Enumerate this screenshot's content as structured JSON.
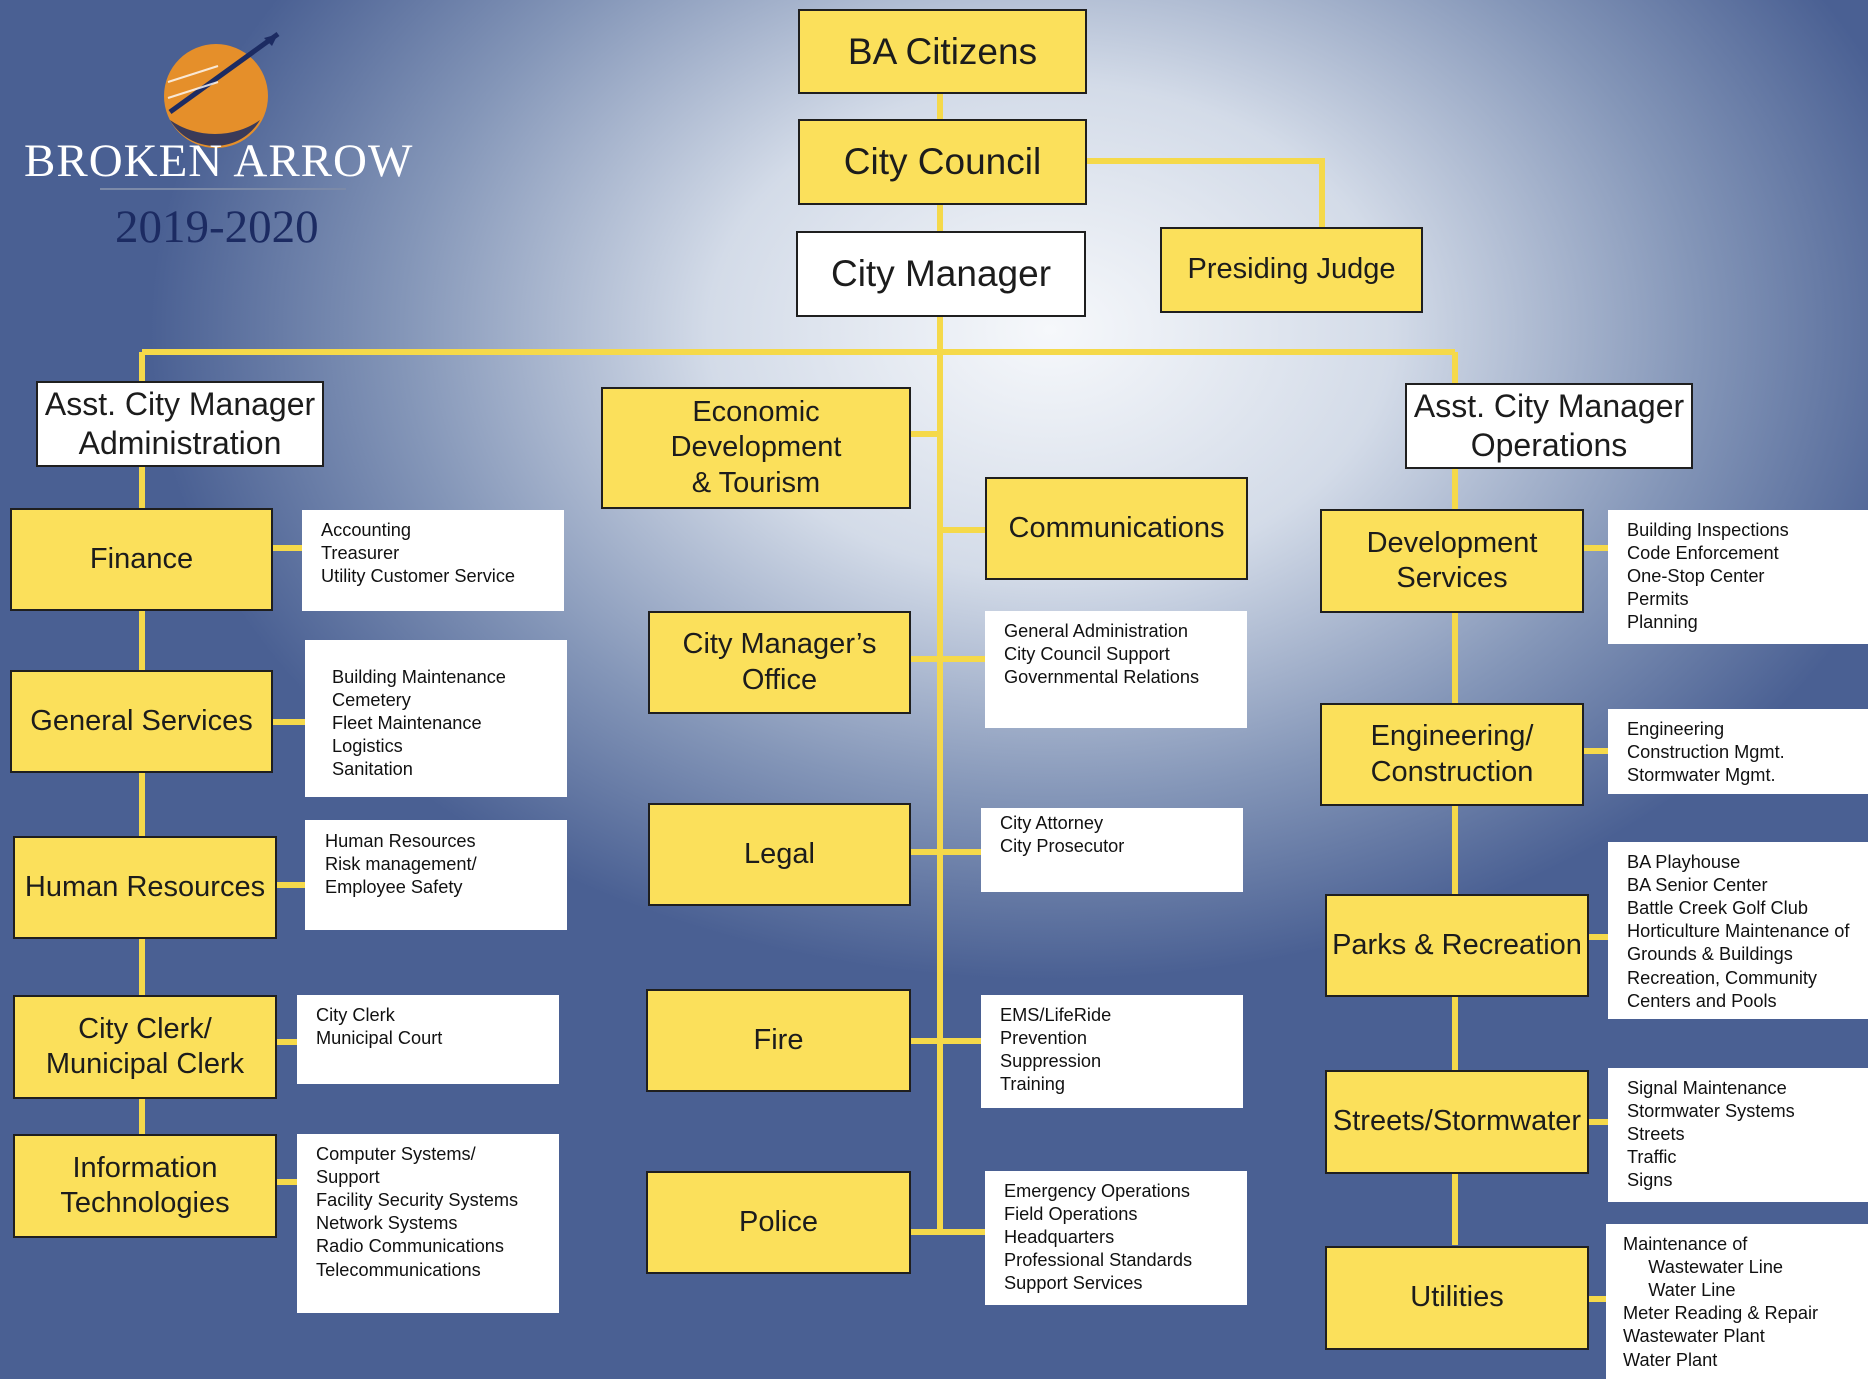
{
  "logo": {
    "wordmark": "BROKEN ARROW",
    "year": "2019-2020"
  },
  "top": {
    "citizens": "BA Citizens",
    "council": "City Council",
    "manager": "City Manager",
    "judge": "Presiding Judge"
  },
  "left": {
    "head": "Asst. City Manager\nAdministration",
    "finance": {
      "title": "Finance",
      "items": "Accounting\nTreasurer\nUtility Customer Service"
    },
    "general": {
      "title": "General Services",
      "items": "Building Maintenance\nCemetery\nFleet Maintenance\nLogistics\nSanitation"
    },
    "hr": {
      "title": "Human Resources",
      "items": "Human Resources\nRisk management/\nEmployee Safety"
    },
    "clerk": {
      "title": "City Clerk/\nMunicipal Clerk",
      "items": "City Clerk\nMunicipal Court"
    },
    "it": {
      "title": "Information\nTechnologies",
      "items": "Computer Systems/\nSupport\nFacility Security Systems\nNetwork Systems\nRadio Communications\nTelecommunications"
    }
  },
  "center": {
    "econ": "Economic\nDevelopment\n& Tourism",
    "comm": "Communications",
    "cmo": {
      "title": "City Manager’s\nOffice",
      "items": "General Administration\nCity Council Support\nGovernmental Relations"
    },
    "legal": {
      "title": "Legal",
      "items": "City Attorney\nCity Prosecutor"
    },
    "fire": {
      "title": "Fire",
      "items": "EMS/LifeRide\nPrevention\nSuppression\nTraining"
    },
    "police": {
      "title": "Police",
      "items": "Emergency Operations\nField Operations\nHeadquarters\nProfessional Standards\nSupport Services"
    }
  },
  "right": {
    "head": "Asst. City Manager\nOperations",
    "dev": {
      "title": "Development\nServices",
      "items": "Building Inspections\nCode Enforcement\nOne-Stop Center\nPermits\nPlanning"
    },
    "eng": {
      "title": "Engineering/\nConstruction",
      "items": "Engineering\nConstruction Mgmt.\nStormwater Mgmt."
    },
    "parks": {
      "title": "Parks & Recreation",
      "items": "BA Playhouse\nBA Senior Center\nBattle Creek Golf Club\nHorticulture Maintenance of\nGrounds & Buildings\nRecreation, Community\nCenters and Pools"
    },
    "streets": {
      "title": "Streets/Stormwater",
      "items": "Signal Maintenance\nStormwater Systems\nStreets\nTraffic\nSigns"
    },
    "utilities": {
      "title": "Utilities",
      "items": "Maintenance of\n     Wastewater Line\n     Water Line\nMeter Reading & Repair\nWastewater Plant\nWater Plant"
    }
  },
  "colors": {
    "box_fill": "#fbe05b",
    "connector": "#f5d94a",
    "year_text": "#1c2b62",
    "logo_orange": "#e58f2a"
  }
}
